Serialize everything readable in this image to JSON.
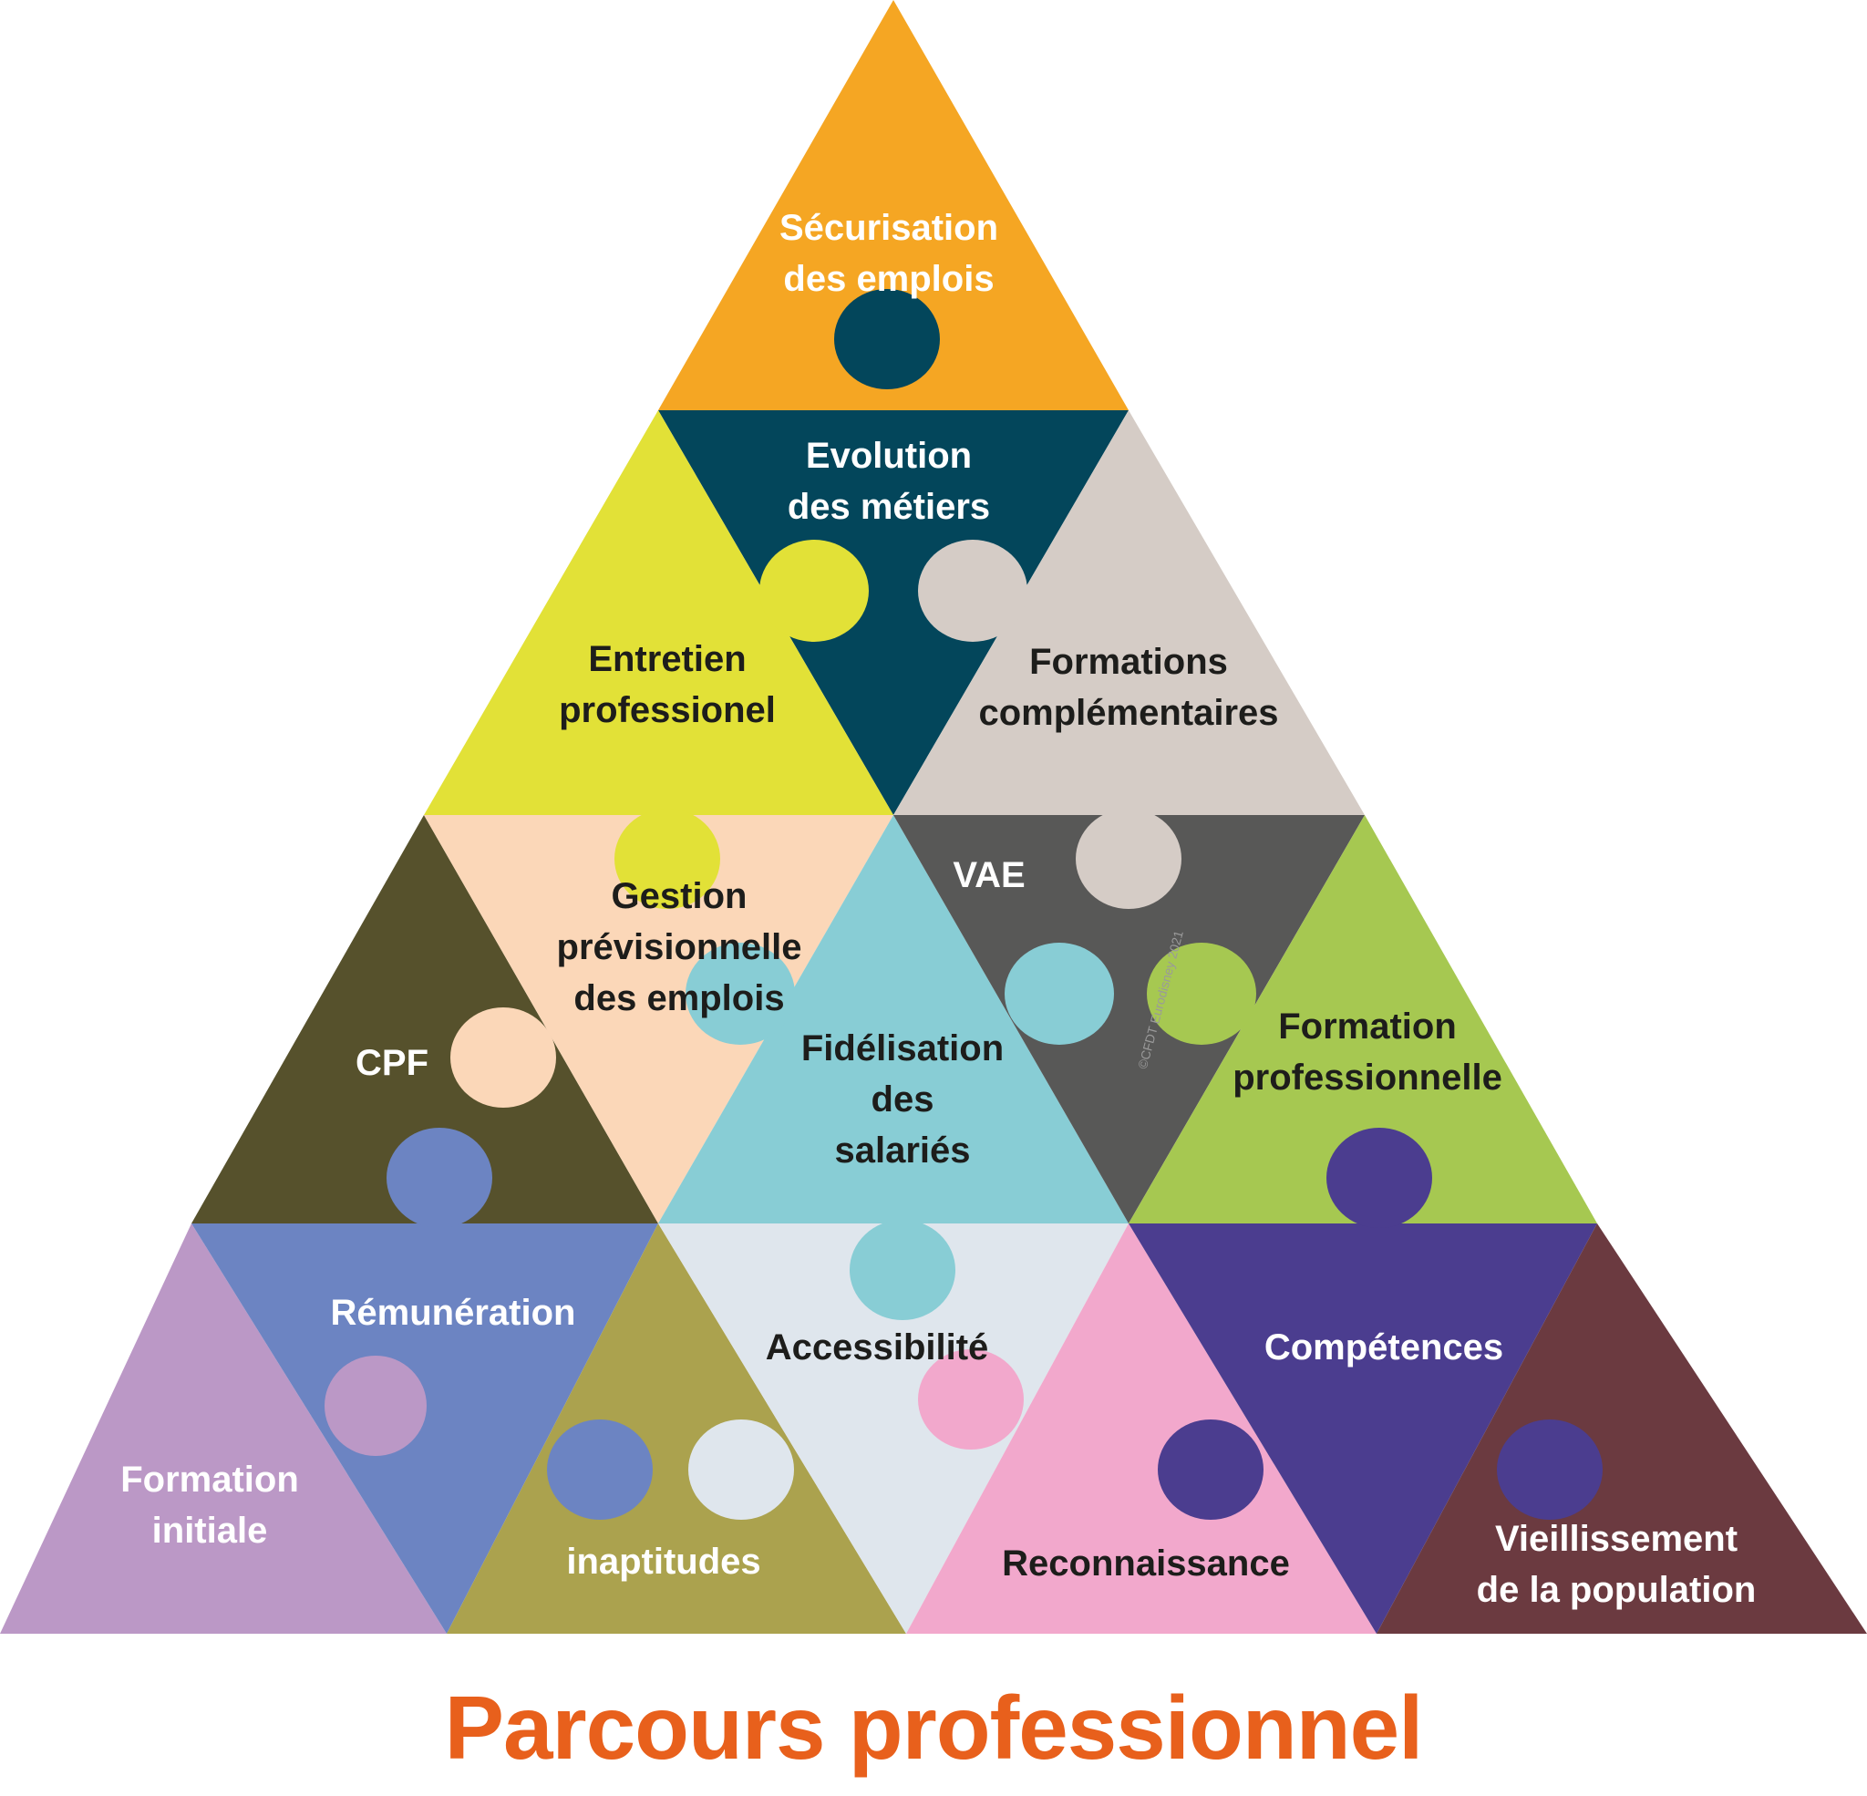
{
  "title": "Parcours professionnel",
  "watermark": "©CFDT Eurodisney 2021",
  "colors": {
    "title": "#e8601c",
    "dark_text": "#1d1d1b",
    "light_text": "#ffffff"
  },
  "pieces": [
    {
      "id": "securisation",
      "label": [
        "Sécurisation",
        "des emplois"
      ],
      "color": "#f5a623",
      "text": "light"
    },
    {
      "id": "evolution",
      "label": [
        "Evolution",
        "des métiers"
      ],
      "color": "#03465b",
      "text": "light"
    },
    {
      "id": "entretien",
      "label": [
        "Entretien",
        "professionel"
      ],
      "color": "#e2e137",
      "text": "dark"
    },
    {
      "id": "formations-complementaires",
      "label": [
        "Formations",
        "complémentaires"
      ],
      "color": "#d5ccc6",
      "text": "dark"
    },
    {
      "id": "cpf",
      "label": [
        "CPF"
      ],
      "color": "#56512c",
      "text": "light"
    },
    {
      "id": "gestion",
      "label": [
        "Gestion",
        "prévisionnelle",
        "des emplois"
      ],
      "color": "#fbd7b8",
      "text": "dark"
    },
    {
      "id": "fidelisation",
      "label": [
        "Fidélisation",
        "des",
        "salariés"
      ],
      "color": "#88cdd5",
      "text": "dark"
    },
    {
      "id": "vae",
      "label": [
        "VAE"
      ],
      "color": "#585857",
      "text": "light"
    },
    {
      "id": "formation-professionnelle",
      "label": [
        "Formation",
        "professionnelle"
      ],
      "color": "#a6c851",
      "text": "dark"
    },
    {
      "id": "formation-initiale",
      "label": [
        "Formation",
        "initiale"
      ],
      "color": "#bb98c6",
      "text": "light"
    },
    {
      "id": "remuneration",
      "label": [
        "Rémunération"
      ],
      "color": "#6c84c2",
      "text": "light"
    },
    {
      "id": "inaptitudes",
      "label": [
        "inaptitudes"
      ],
      "color": "#aba24e",
      "text": "light"
    },
    {
      "id": "accessibilite",
      "label": [
        "Accessibilité"
      ],
      "color": "#dfe6ed",
      "text": "dark"
    },
    {
      "id": "reconnaissance",
      "label": [
        "Reconnaissance"
      ],
      "color": "#f2a8cc",
      "text": "dark"
    },
    {
      "id": "competences",
      "label": [
        "Compétences"
      ],
      "color": "#4b3d8f",
      "text": "light"
    },
    {
      "id": "vieillissement",
      "label": [
        "Vieillissement",
        "de la population"
      ],
      "color": "#6b3a40",
      "text": "light"
    }
  ]
}
